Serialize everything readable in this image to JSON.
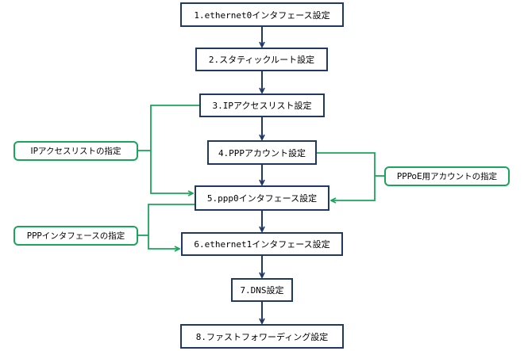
{
  "colors": {
    "step_border": "#1f3864",
    "arrow": "#1f3864",
    "note_border": "#1aa55a",
    "note_line": "#1aa55a"
  },
  "steps": [
    "1.ethernet0インタフェース設定",
    "2.スタティックルート設定",
    "3.IPアクセスリスト設定",
    "4.PPPアカウント設定",
    "5.ppp0インタフェース設定",
    "6.ethernet1インタフェース設定",
    "7.DNS設定",
    "8.ファストフォワーディング設定"
  ],
  "notes": {
    "ip_access_list": "IPアクセスリストの指定",
    "pppoe_account": "PPPoE用アカウントの指定",
    "ppp_interface": "PPPインタフェースの指定"
  }
}
